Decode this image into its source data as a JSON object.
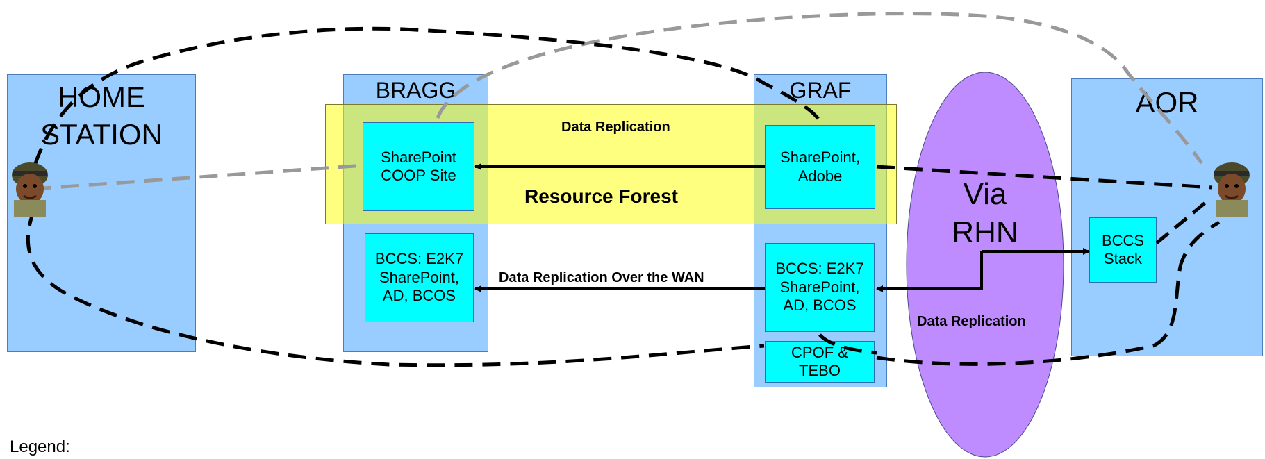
{
  "sites": {
    "home": {
      "title_line1": "HOME",
      "title_line2": "STATION"
    },
    "bragg": {
      "title": "BRAGG",
      "box_top": "SharePoint\nCOOP Site",
      "box_bottom": "BCCS: E2K7\nSharePoint,\nAD, BCOS"
    },
    "graf": {
      "title": "GRAF",
      "box_top": "SharePoint,\nAdobe",
      "box_bottom": "BCCS: E2K7\nSharePoint,\nAD, BCOS",
      "box_cpof": "CPOF &\nTEBO"
    },
    "rhn": {
      "title_line1": "Via",
      "title_line2": "RHN",
      "label": "Data Replication"
    },
    "aor": {
      "title": "AOR",
      "box": "BCCS\nStack"
    }
  },
  "labels": {
    "resource_forest_top": "Data Replication",
    "resource_forest_main": "Resource Forest",
    "wan": "Data Replication Over the WAN"
  },
  "legend": {
    "title": "Legend:"
  },
  "icons": [
    "soldier-icon"
  ],
  "colors": {
    "panel": "#99ccff",
    "box": "#00ffff",
    "resource_forest": "#ffff00",
    "rhn": "#bf8cff",
    "dashed_black": "#000000",
    "dashed_gray": "#999999"
  }
}
